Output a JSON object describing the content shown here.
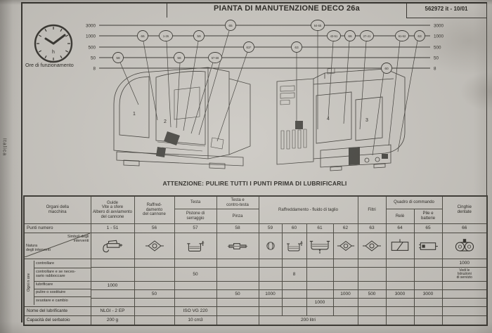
{
  "page": {
    "margin_note": "Italica"
  },
  "header": {
    "title": "PIANTA DI MANUTENZIONE DECO 26a",
    "doc_number": "562972 it - 10/01"
  },
  "diagram": {
    "clock_unit": "h",
    "hours_label": "Ore di funzionamento",
    "scale": [
      "3000",
      "1000",
      "500",
      "50",
      "8"
    ],
    "points": [
      "65",
      "66",
      "1-26",
      "59",
      "63*",
      "63",
      "58",
      "56",
      "57-58",
      "60",
      "64-65",
      "43-51",
      "66",
      "27-41",
      "61-62",
      "63"
    ],
    "machine_labels": [
      "1",
      "2",
      "4",
      "3"
    ]
  },
  "warning": "ATTENZIONE: PULIRE TUTTI I PUNTI PRIMA DI LUBRIFICARLI",
  "table": {
    "headers": {
      "organs": "Organi della\nmacchina",
      "guides": "Guide\nVite a sfere\nAlbero di avviamento\ndel cannone",
      "barrel_cooling": "Raffred-\ndamento\ndel cannone",
      "head": "Testa",
      "head_sub": "Pistone di\nserraggio",
      "counter_head": "Testa e\ncontro-testa",
      "counter_head_sub": "Pinza",
      "coolant": "Raffreddamento - fluido di taglio",
      "filters": "Filtri",
      "control_panel": "Quadro di commando",
      "relay": "Relè",
      "batteries": "Pile e\nbatterie",
      "belts": "Cinghie\ndentate"
    },
    "punti_label": "Punti numero",
    "punti": [
      "1 - 51",
      "56",
      "57",
      "58",
      "59",
      "60",
      "61",
      "62",
      "63",
      "64",
      "65",
      "66"
    ],
    "symbols_label": "Simboli degli\ninterventi",
    "nature_label": "Natura\ndegli interventi",
    "every_n_hours_label": "Ogni n ore",
    "symbol_icons": [
      "grease-gun",
      "filter-diamond",
      "oil-tank-filler",
      "spindle-collet",
      "sight-glass",
      "oil-tank-filler",
      "oil-tank-drain",
      "filter-diamond",
      "filter-diamond",
      "relay",
      "battery",
      "toothed-belt"
    ],
    "rows": [
      {
        "label": "controllare",
        "values": [
          "",
          "",
          "",
          "",
          "",
          "",
          "",
          "",
          "",
          "",
          "",
          "1000"
        ]
      },
      {
        "label": "controllare e se neces-\nsario rabboccare",
        "values": [
          "",
          "",
          "50",
          "",
          "",
          "8",
          "",
          "",
          "",
          "",
          "",
          "Vedi le\nIstruzioni\ndi servizio"
        ]
      },
      {
        "label": "lubrificare",
        "values": [
          "1000",
          "",
          "",
          "",
          "",
          "",
          "",
          "",
          "",
          "",
          "",
          ""
        ]
      },
      {
        "label": "pulire o sostituire",
        "values": [
          "",
          "50",
          "",
          "50",
          "1000",
          "",
          "",
          "1000",
          "500",
          "3000",
          "3000",
          ""
        ]
      },
      {
        "label": "svuotare e cambio",
        "values": [
          "",
          "",
          "",
          "",
          "",
          "",
          "1000",
          "",
          "",
          "",
          "",
          ""
        ]
      }
    ],
    "lubricant_row": {
      "label": "Nome del lubrificante",
      "grease": "NLGI - 2 EP",
      "oil": "ISO VG 220"
    },
    "capacity_row": {
      "label": "Capacità del serbatoio",
      "grease": "200 g",
      "oil": "10 cm3",
      "coolant": "200 litri"
    }
  }
}
